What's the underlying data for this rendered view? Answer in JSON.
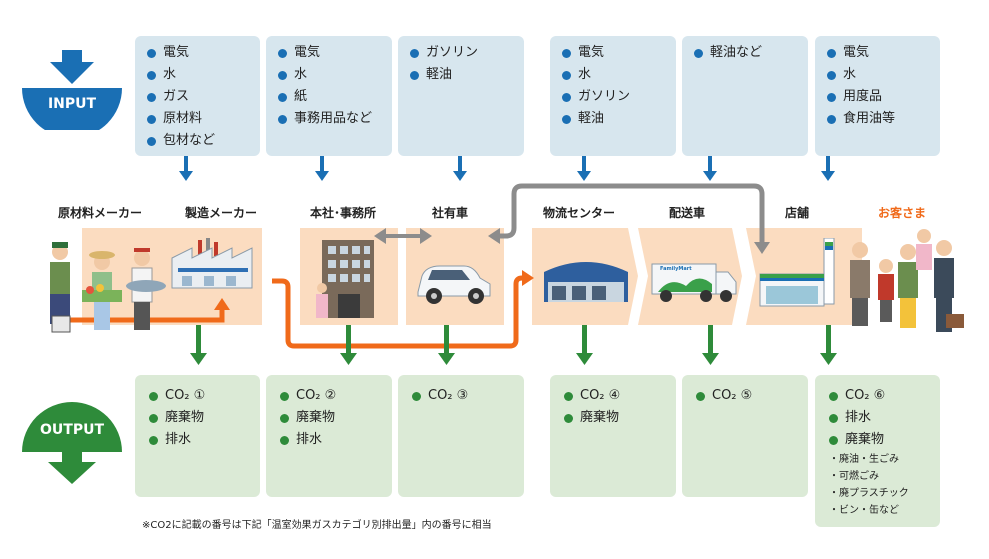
{
  "header": {
    "input_label": "INPUT",
    "output_label": "OUTPUT"
  },
  "inputs": [
    {
      "items": [
        "電気",
        "水",
        "ガス",
        "原材料",
        "包材など"
      ]
    },
    {
      "items": [
        "電気",
        "水",
        "紙",
        "事務用品など"
      ]
    },
    {
      "items": [
        "ガソリン",
        "軽油"
      ]
    },
    {
      "items": [
        "電気",
        "水",
        "ガソリン",
        "軽油"
      ]
    },
    {
      "items": [
        "軽油など"
      ]
    },
    {
      "items": [
        "電気",
        "水",
        "用度品",
        "食用油等"
      ]
    }
  ],
  "stages": {
    "raw_maker": "原材料メーカー",
    "manufacturer": "製造メーカー",
    "head_office": "本社･事務所",
    "company_car": "社有車",
    "distribution_center": "物流センター",
    "delivery_truck": "配送車",
    "store": "店舗",
    "customer": "お客さま"
  },
  "outputs": [
    {
      "items": [
        "CO₂ ①",
        "廃棄物",
        "排水"
      ]
    },
    {
      "items": [
        "CO₂ ②",
        "廃棄物",
        "排水"
      ]
    },
    {
      "items": [
        "CO₂ ③"
      ]
    },
    {
      "items": [
        "CO₂ ④",
        "廃棄物"
      ]
    },
    {
      "items": [
        "CO₂ ⑤"
      ]
    },
    {
      "items": [
        "CO₂ ⑥",
        "排水",
        "廃棄物"
      ],
      "subitems": [
        "・廃油・生ごみ",
        "・可燃ごみ",
        "・廃プラスチック",
        "・ビン・缶など"
      ]
    }
  ],
  "footnote": "※CO2に記載の番号は下記「温室効果ガスカテゴリ別排出量」内の番号に相当",
  "colors": {
    "input_bg": "#d7e6ee",
    "output_bg": "#dbead6",
    "stage_bg": "#fbdcc0",
    "input_arrow": "#1a6fb4",
    "output_arrow": "#2e8b3a",
    "flow_orange": "#f06a1a",
    "flow_gray": "#8c8c8c",
    "customer_label": "#f06a1a"
  },
  "truck_brand": "FamilyMart"
}
